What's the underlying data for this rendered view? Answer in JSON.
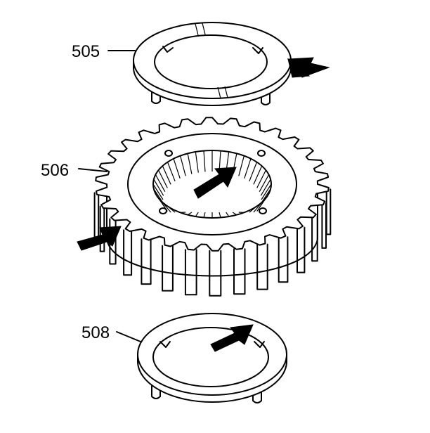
{
  "labels": {
    "upper_washer": "505",
    "gear": "506",
    "lower_washer": "508"
  }
}
